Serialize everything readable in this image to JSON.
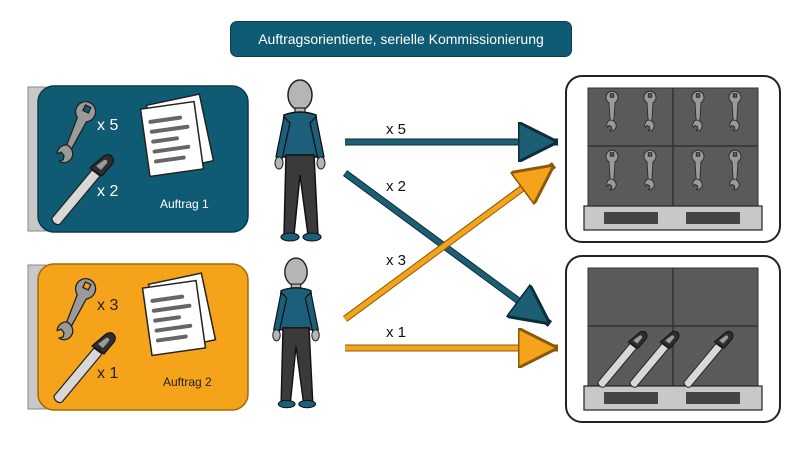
{
  "title": "Auftragsorientierte, serielle Kommissionierung",
  "orders": [
    {
      "label": "Auftrag 1",
      "wrench_qty": "x 5",
      "saw_qty": "x 2",
      "color": "#0f5b73"
    },
    {
      "label": "Auftrag 2",
      "wrench_qty": "x 3",
      "saw_qty": "x 1",
      "color": "#f5a31a"
    }
  ],
  "flows": [
    {
      "label": "x 5",
      "color": "#1c5e73"
    },
    {
      "label": "x 2",
      "color": "#1c5e73"
    },
    {
      "label": "x 3",
      "color": "#f5a31a"
    },
    {
      "label": "x 1",
      "color": "#f5a31a"
    }
  ],
  "colors": {
    "person_shirt": "#1b5f7a",
    "person_pants": "#3a3a3a",
    "shelf_dark": "#555555",
    "shelf_frame": "#7a7a7a"
  },
  "icons": [
    "wrench-icon",
    "saw-icon",
    "document-icon",
    "person-icon",
    "shelf-icon"
  ]
}
